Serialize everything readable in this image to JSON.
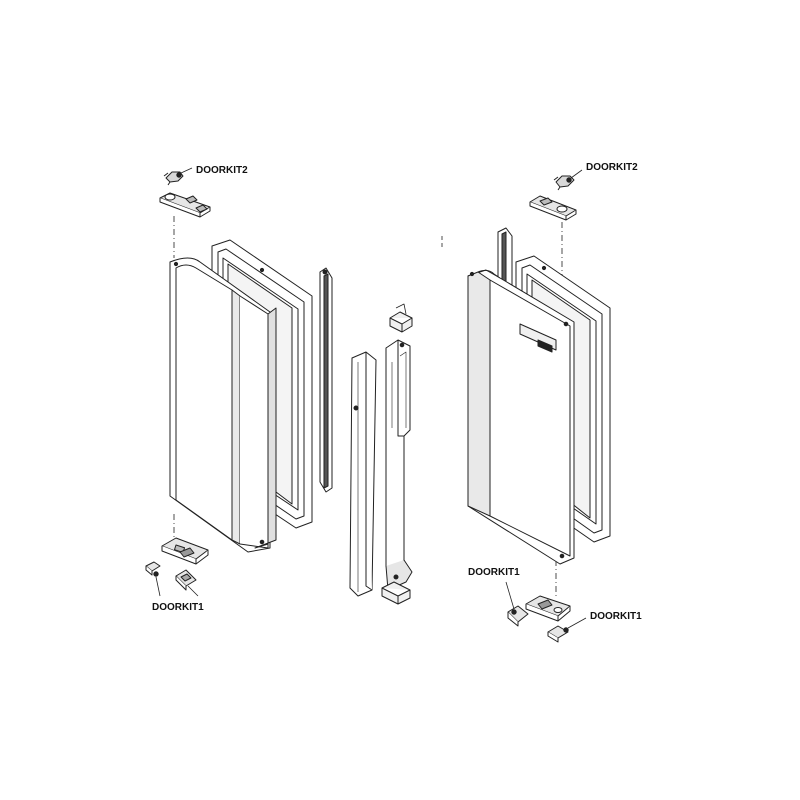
{
  "labels": {
    "left_top_kit": "DOORKIT2",
    "left_bottom_kit": "DOORKIT1",
    "right_top_kit": "DOORKIT2",
    "right_bottom_kit_a": "DOORKIT1",
    "right_bottom_kit_b": "DOORKIT1"
  },
  "colors": {
    "line": "#222222",
    "fill": "#ffffff",
    "shade": "#d8d8d8",
    "background": "#ffffff"
  }
}
